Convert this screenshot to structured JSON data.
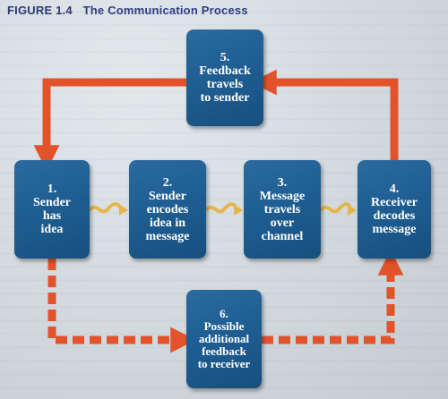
{
  "figure": {
    "number": "FIGURE 1.4",
    "title": "The Communication Process"
  },
  "steps": [
    {
      "number": "1.",
      "text": "Sender\nhas\nidea"
    },
    {
      "number": "2.",
      "text": "Sender\nencodes\nidea in\nmessage"
    },
    {
      "number": "3.",
      "text": "Message\ntravels\nover\nchannel"
    },
    {
      "number": "4.",
      "text": "Receiver\ndecodes\nmessage"
    },
    {
      "number": "5.",
      "text": "Feedback\ntravels\nto sender"
    },
    {
      "number": "6.",
      "text": "Possible\nadditional\nfeedback\nto receiver"
    }
  ],
  "colors": {
    "box": "#1f5e92",
    "feedback_arrow": "#e2532c",
    "channel_arrow": "#e6b54a",
    "title": "#2d3a78"
  }
}
